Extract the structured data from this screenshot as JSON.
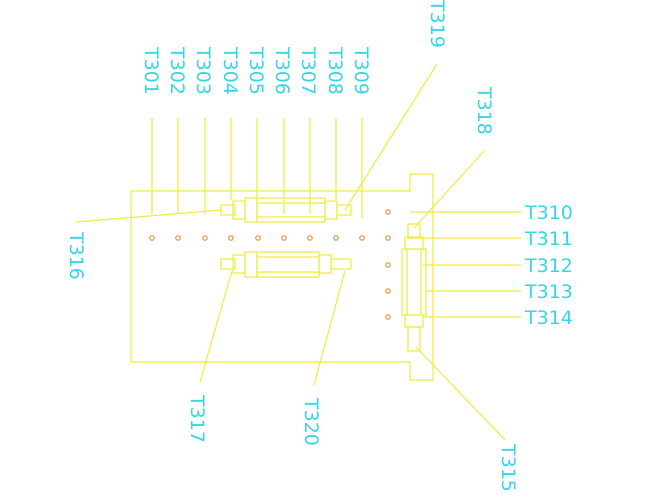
{
  "colors": {
    "background": "#ffffff",
    "lines": "#f1ea3a",
    "labels": "#35d7e6",
    "holes": "#e2923a"
  },
  "labels": {
    "t301": "T301",
    "t302": "T302",
    "t303": "T303",
    "t304": "T304",
    "t305": "T305",
    "t306": "T306",
    "t307": "T307",
    "t308": "T308",
    "t309": "T309",
    "t310": "T310",
    "t311": "T311",
    "t312": "T312",
    "t313": "T313",
    "t314": "T314",
    "t315": "T315",
    "t316": "T316",
    "t317": "T317",
    "t318": "T318",
    "t319": "T319",
    "t320": "T320"
  }
}
